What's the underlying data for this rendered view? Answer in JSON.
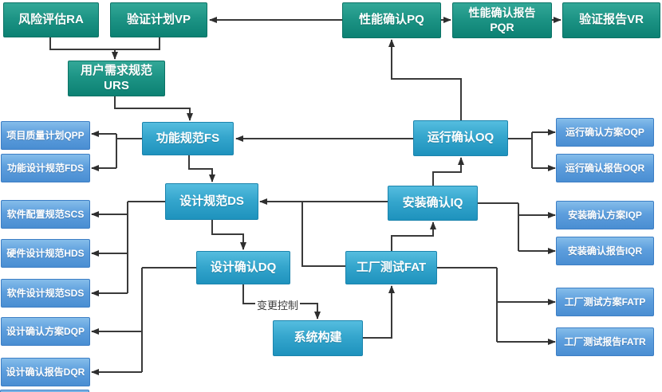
{
  "diagram": {
    "change_control_label": "变更控制",
    "nodes": {
      "ra": {
        "label": "风险评估RA",
        "type": "teal"
      },
      "vp": {
        "label": "验证计划VP",
        "type": "teal"
      },
      "urs": {
        "label": "用户需求规范\nURS",
        "type": "teal"
      },
      "pq": {
        "label": "性能确认PQ",
        "type": "teal"
      },
      "pqr": {
        "label": "性能确认报告\nPQR",
        "type": "teal"
      },
      "vr": {
        "label": "验证报告VR",
        "type": "teal"
      },
      "fs": {
        "label": "功能规范FS",
        "type": "cyan"
      },
      "ds": {
        "label": "设计规范DS",
        "type": "cyan"
      },
      "dq": {
        "label": "设计确认DQ",
        "type": "cyan"
      },
      "build": {
        "label": "系统构建",
        "type": "cyan"
      },
      "fat": {
        "label": "工厂测试FAT",
        "type": "cyan"
      },
      "iq": {
        "label": "安装确认IQ",
        "type": "cyan"
      },
      "oq": {
        "label": "运行确认OQ",
        "type": "cyan"
      },
      "qpp": {
        "label": "项目质量计划QPP",
        "type": "blue"
      },
      "fds": {
        "label": "功能设计规范FDS",
        "type": "blue"
      },
      "scs": {
        "label": "软件配置规范SCS",
        "type": "blue"
      },
      "hds": {
        "label": "硬件设计规范HDS",
        "type": "blue"
      },
      "sds": {
        "label": "软件设计规范SDS",
        "type": "blue"
      },
      "dqp": {
        "label": "设计确认方案DQP",
        "type": "blue"
      },
      "dqr": {
        "label": "设计确认报告DQR",
        "type": "blue"
      },
      "oqp": {
        "label": "运行确认方案OQP",
        "type": "blue"
      },
      "oqr": {
        "label": "运行确认报告OQR",
        "type": "blue"
      },
      "iqp": {
        "label": "安装确认方案IQP",
        "type": "blue"
      },
      "iqr": {
        "label": "安装确认报告IQR",
        "type": "blue"
      },
      "fatp": {
        "label": "工厂测试方案FATP",
        "type": "blue"
      },
      "fatr": {
        "label": "工厂测试报告FATR",
        "type": "blue"
      }
    },
    "edges": [
      {
        "from": "ra",
        "to": "urs"
      },
      {
        "from": "vp",
        "to": "urs"
      },
      {
        "from": "urs",
        "to": "fs"
      },
      {
        "from": "fs",
        "to": "qpp"
      },
      {
        "from": "fs",
        "to": "fds"
      },
      {
        "from": "oq",
        "to": "fs"
      },
      {
        "from": "fs",
        "to": "ds"
      },
      {
        "from": "iq",
        "to": "ds"
      },
      {
        "from": "fat",
        "to": "ds"
      },
      {
        "from": "ds",
        "to": "scs"
      },
      {
        "from": "ds",
        "to": "hds"
      },
      {
        "from": "ds",
        "to": "sds"
      },
      {
        "from": "ds",
        "to": "dq"
      },
      {
        "from": "dq",
        "to": "dqp"
      },
      {
        "from": "dq",
        "to": "dqr"
      },
      {
        "from": "dq",
        "to": "build",
        "label": "变更控制"
      },
      {
        "from": "build",
        "to": "fat"
      },
      {
        "from": "fat",
        "to": "iq"
      },
      {
        "from": "iq",
        "to": "oq"
      },
      {
        "from": "oq",
        "to": "pq"
      },
      {
        "from": "pq",
        "to": "vp"
      },
      {
        "from": "pq",
        "to": "pqr"
      },
      {
        "from": "pqr",
        "to": "vr"
      },
      {
        "from": "oq",
        "to": "oqp"
      },
      {
        "from": "oq",
        "to": "oqr"
      },
      {
        "from": "iq",
        "to": "iqp"
      },
      {
        "from": "iq",
        "to": "iqr"
      },
      {
        "from": "fat",
        "to": "fatp"
      },
      {
        "from": "fat",
        "to": "fatr"
      }
    ],
    "colors": {
      "teal_top": "#33a898",
      "teal_bottom": "#0c8173",
      "cyan_top": "#55bddf",
      "cyan_bottom": "#1e92bd",
      "blue_top": "#85bdea",
      "blue_bottom": "#4a8ed2",
      "line": "#3a3a3a",
      "background": "#ffffff"
    }
  }
}
